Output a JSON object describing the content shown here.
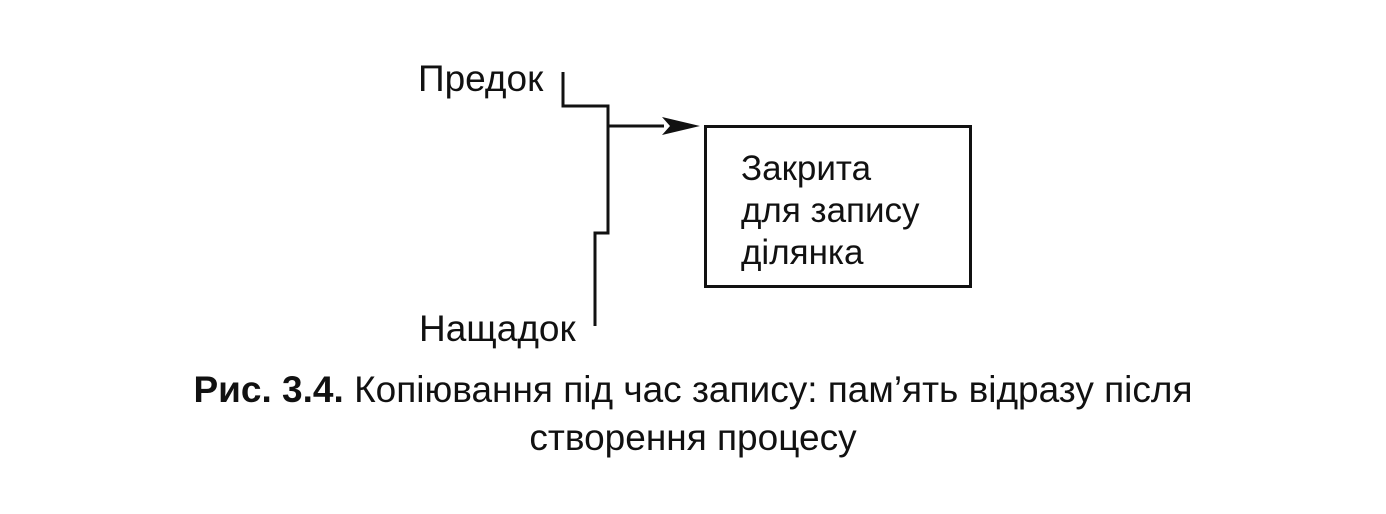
{
  "diagram": {
    "parent_label": "Предок",
    "child_label": "Нащадок",
    "region": {
      "lines": [
        "Закрита",
        "для запису",
        "ділянка"
      ]
    }
  },
  "caption": {
    "number": "Рис. 3.4.",
    "text_line1": "Копіювання під час запису: пам’ять відразу після",
    "text_line2": "створення процесу"
  }
}
